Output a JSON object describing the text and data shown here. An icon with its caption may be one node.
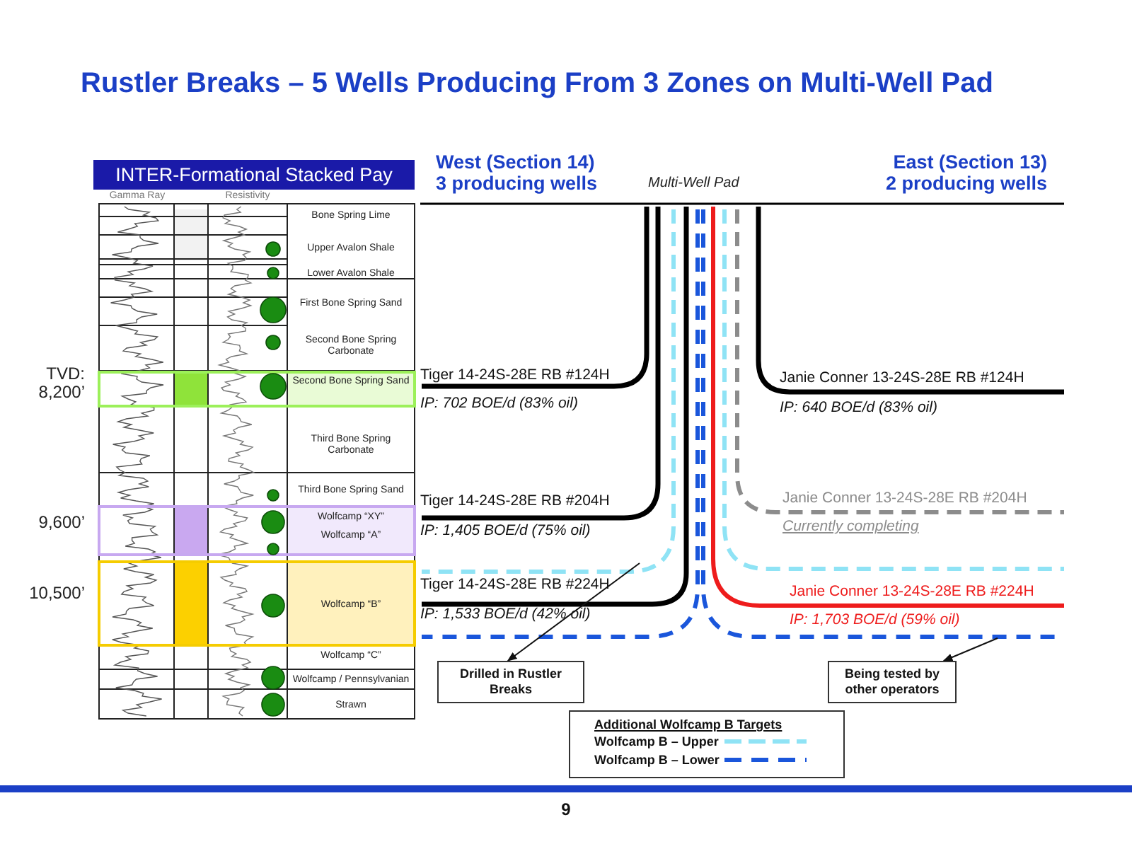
{
  "diagram": {
    "title": "Rustler Breaks – 5 Wells Producing From 3 Zones on Multi-Well Pad",
    "nodes": [
      {
        "text": [
          "Drilled in Rustler Breaks"
        ]
      },
      {
        "text": [
          "Being tested by other operators"
        ]
      }
    ],
    "edges": [
      {
        "from": null,
        "to": 0,
        "arrow": "to"
      },
      {
        "from": null,
        "to": 1,
        "arrow": "to"
      }
    ],
    "labels": [
      "INTER-Formational Stacked Pay",
      "Gamma Ray",
      "Resistivity",
      "Bone Spring Lime",
      "Upper Avalon Shale",
      "Lower Avalon Shale",
      "First Bone Spring Sand",
      "Second Bone Spring Carbonate",
      "Second Bone Spring Sand",
      "Third Bone Spring Carbonate",
      "Third Bone Spring Sand",
      "Wolfcamp “XY”",
      "Wolfcamp “A”",
      "Wolfcamp “B”",
      "Wolfcamp “C”",
      "Wolfcamp / Pennsylvanian",
      "Strawn",
      "TVD:",
      "8,200’",
      "9,600’",
      "10,500’",
      "West (Section 14) 3 producing wells",
      "Multi-Well Pad",
      "East (Section 13) 2 producing wells",
      "Tiger 14-24S-28E RB #124H",
      "IP: 702 BOE/d (83% oil)",
      "Janie Conner 13-24S-28E RB #124H",
      "IP: 640 BOE/d (83% oil)",
      "Tiger 14-24S-28E RB #204H",
      "IP: 1,405 BOE/d (75% oil)",
      "Janie Conner 13-24S-28E RB #204H",
      "Currently completing",
      "Tiger 14-24S-28E RB #224H",
      "IP: 1,533 BOE/d (42% oil)",
      "Janie Conner 13-24S-28E RB #224H",
      "IP: 1,703 BOE/d (59% oil)",
      "Additional Wolfcamp B Targets",
      "9"
    ],
    "legend": [
      {
        "text": "Wolfcamp B – Upper"
      },
      {
        "text": "Wolfcamp B – Lower"
      }
    ]
  }
}
